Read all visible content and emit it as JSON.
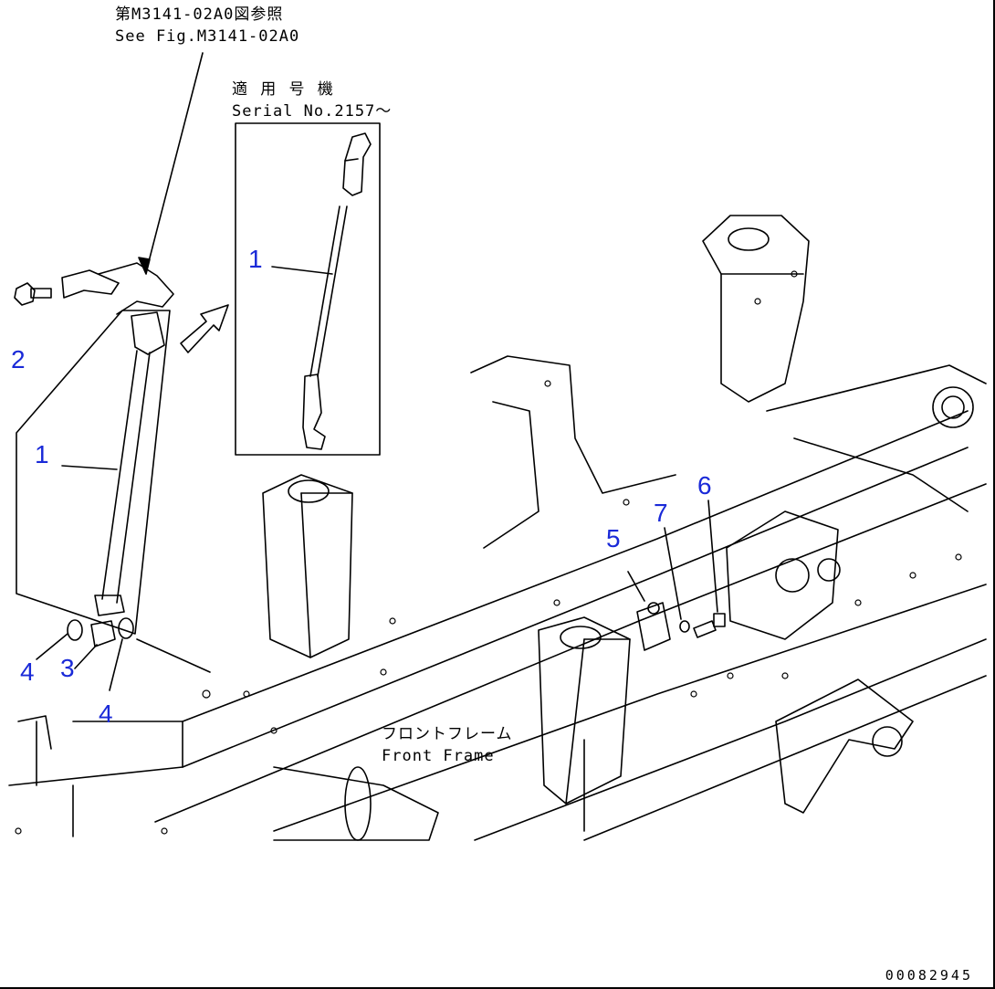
{
  "ref_note": {
    "jp": "第M3141-02A0図参照",
    "en": "See Fig.M3141-02A0"
  },
  "serial_note": {
    "jp": "適 用 号 機",
    "en": "Serial No.2157～"
  },
  "frame_label": {
    "jp": "フロントフレーム",
    "en": "Front Frame"
  },
  "figure_id": "00082945",
  "callouts": {
    "c1_main": "1",
    "c1_inset": "1",
    "c2": "2",
    "c3": "3",
    "c4_left": "4",
    "c4_right": "4",
    "c5": "5",
    "c6": "6",
    "c7": "7"
  },
  "colors": {
    "callout": "#1a2ad8",
    "line": "#000000"
  }
}
